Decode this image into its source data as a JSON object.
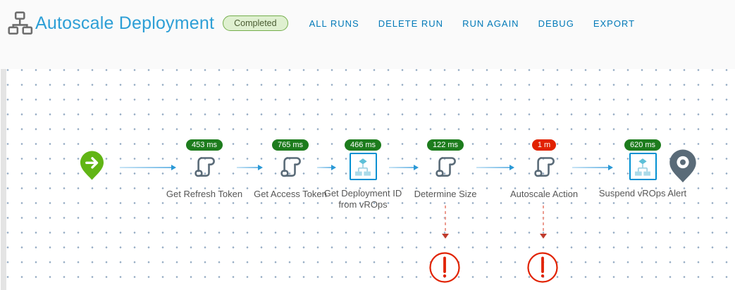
{
  "header": {
    "title": "Autoscale Deployment",
    "status_badge": "Completed",
    "menu": {
      "all_runs": "ALL RUNS",
      "delete_run": "DELETE RUN",
      "run_again": "RUN AGAIN",
      "debug": "DEBUG",
      "export": "EXPORT"
    }
  },
  "pipeline": {
    "nodes": [
      {
        "id": "get-refresh-token",
        "label": "Get Refresh Token",
        "duration": "453 ms",
        "status": "success",
        "type": "script-task"
      },
      {
        "id": "get-access-token",
        "label": "Get Access Token",
        "duration": "765 ms",
        "status": "success",
        "type": "script-task"
      },
      {
        "id": "get-deployment-id",
        "label": "Get Deployment ID",
        "label_line2": "from vROps",
        "duration": "466 ms",
        "status": "success",
        "type": "workflow-task"
      },
      {
        "id": "determine-size",
        "label": "Determine Size",
        "duration": "122 ms",
        "status": "success",
        "type": "script-task",
        "has_error_branch": true
      },
      {
        "id": "autoscale-action",
        "label": "Autoscale Action",
        "duration": "1 m",
        "status": "error",
        "type": "script-task",
        "has_error_branch": true
      },
      {
        "id": "suspend-vrops-alert",
        "label": "Suspend vROps Alert",
        "duration": "620 ms",
        "status": "success",
        "type": "workflow-task"
      }
    ],
    "start_node": "start",
    "end_node": "end",
    "error_indicators": 2
  },
  "colors": {
    "accent_blue": "#0079b8",
    "title_blue": "#2d9fd6",
    "success_green": "#1d7c1d",
    "error_red": "#e12200",
    "start_pin_green": "#61b515",
    "node_gray": "#5a6b78",
    "connector_blue": "#2b99d6",
    "badge_success_bg": "#dff0d0"
  }
}
